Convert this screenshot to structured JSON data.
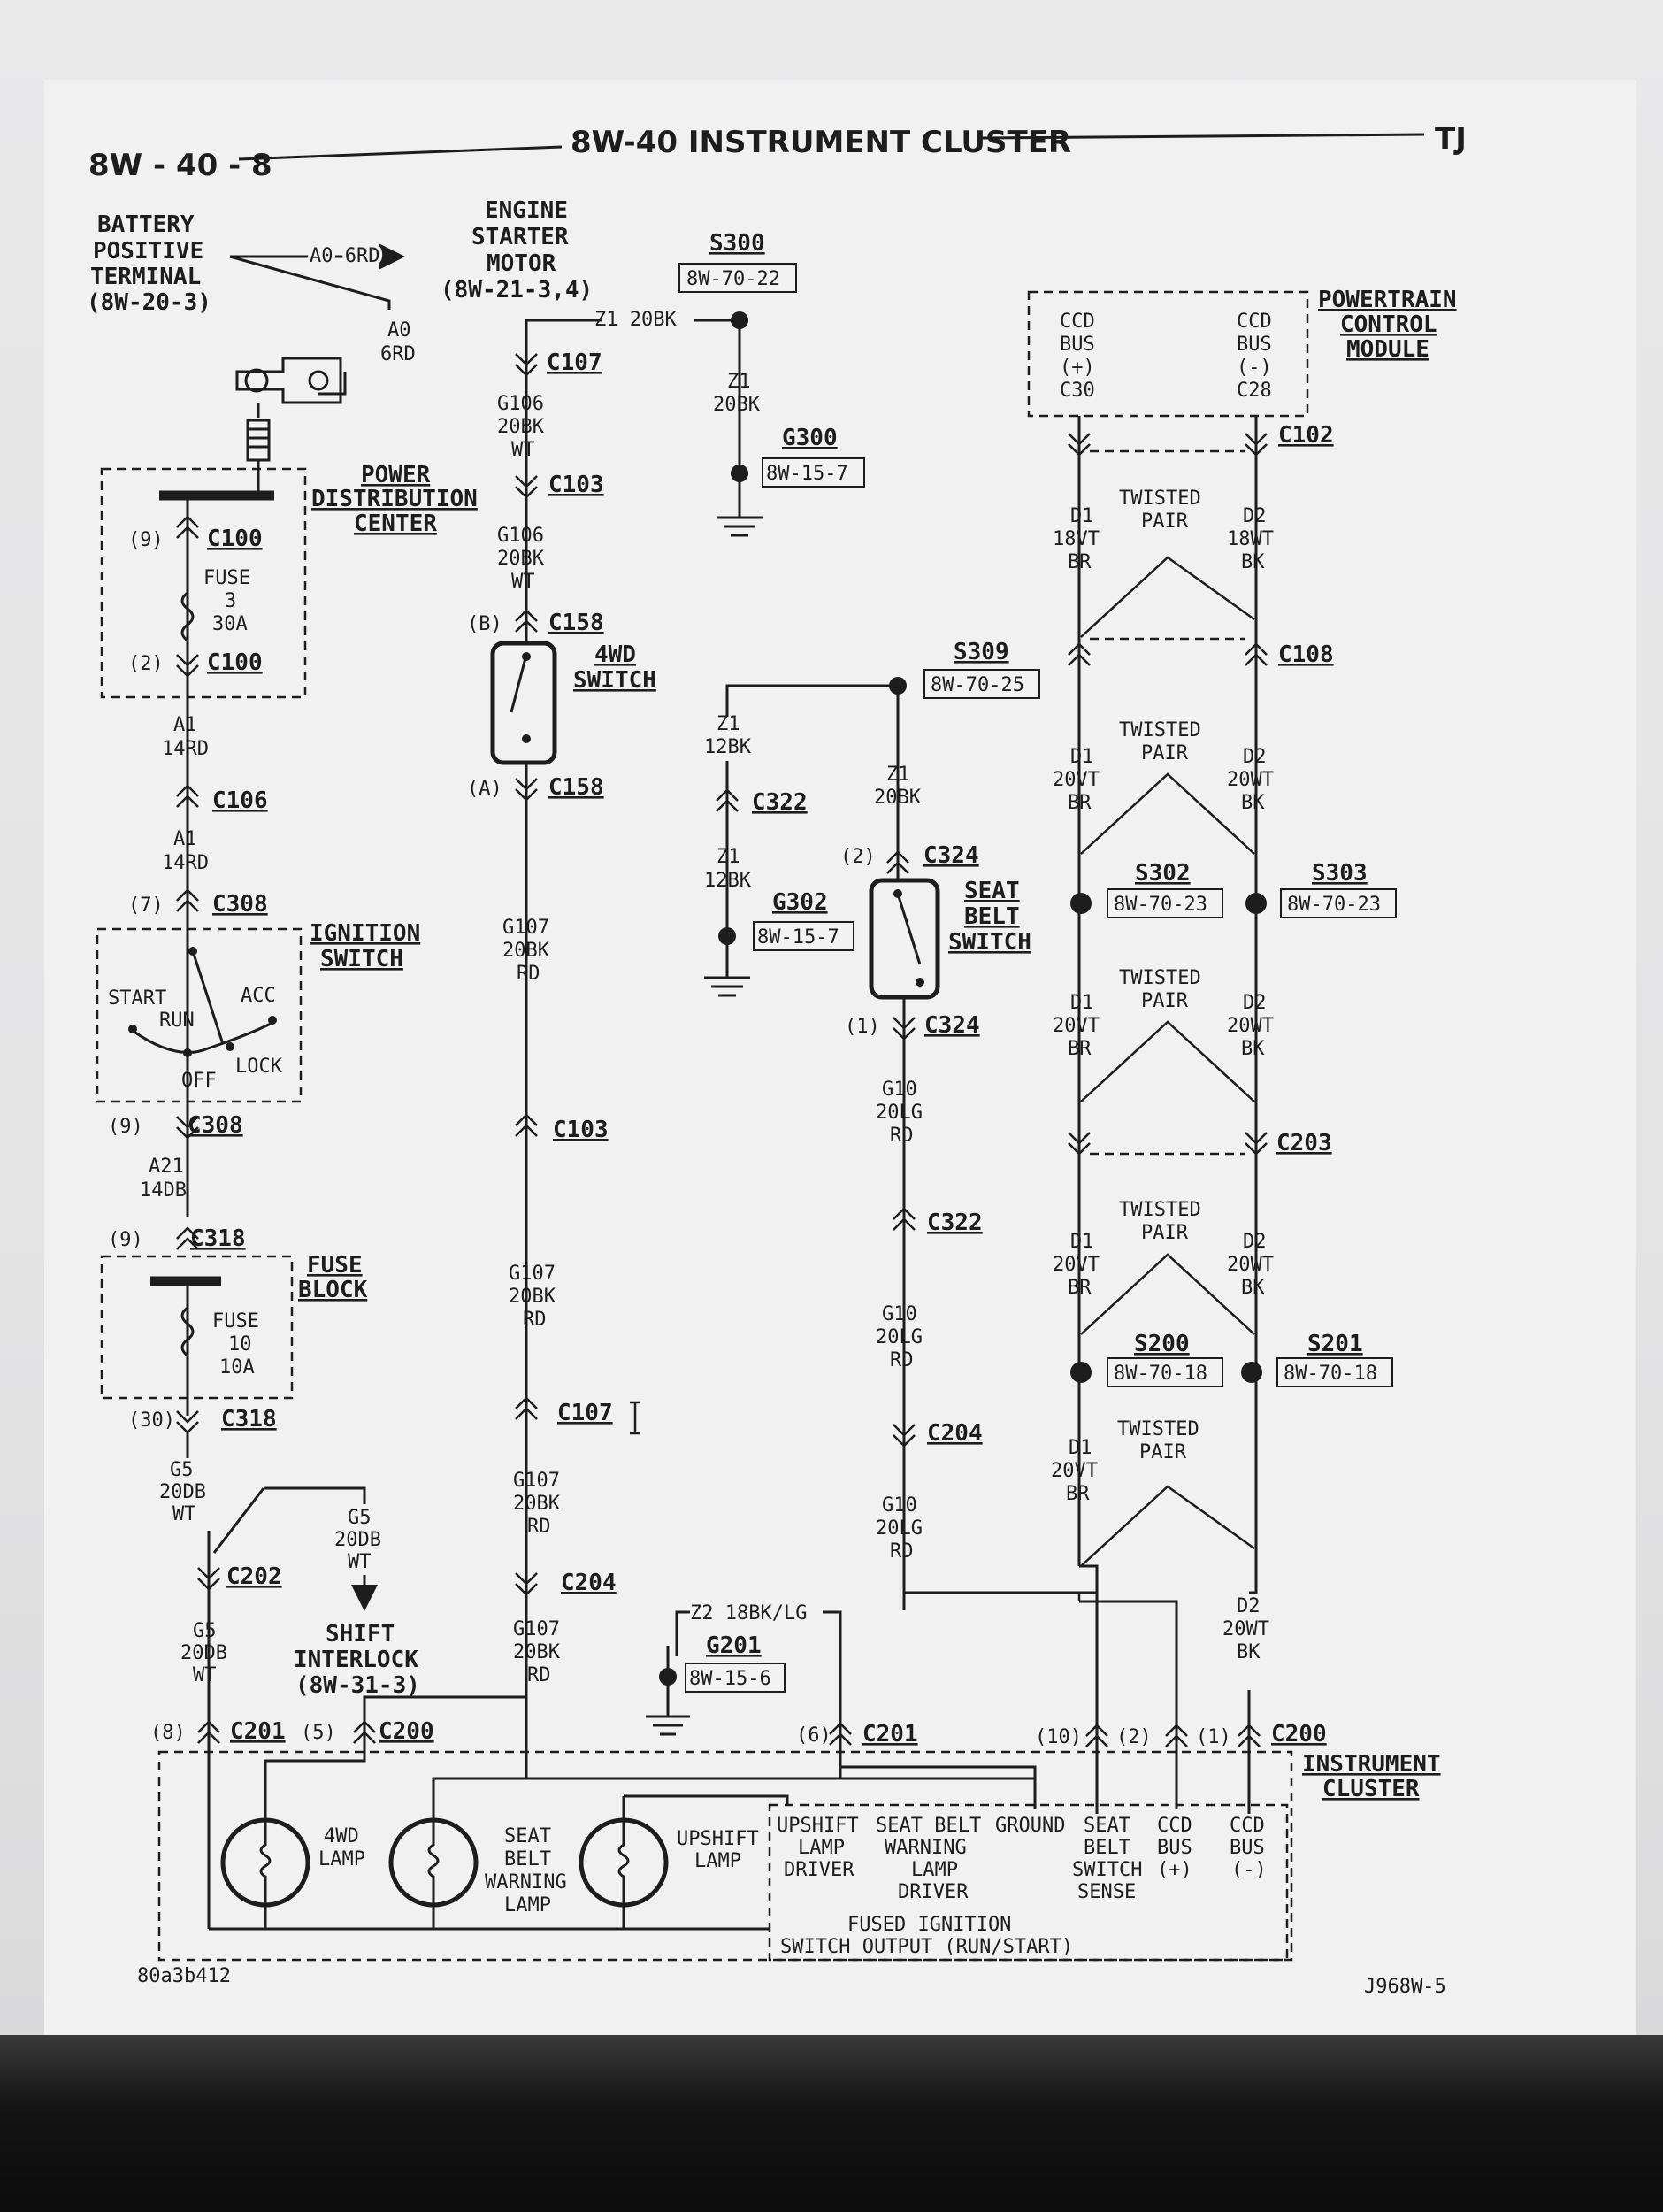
{
  "header": {
    "page_number": "8W - 40 - 8",
    "title": "8W-40 INSTRUMENT CLUSTER",
    "model": "TJ"
  },
  "footer": {
    "left_code": "80a3b412",
    "right_code": "J968W-5"
  },
  "components": {
    "battery": [
      "BATTERY",
      "POSITIVE",
      "TERMINAL",
      "(8W-20-3)"
    ],
    "starter": [
      "ENGINE",
      "STARTER",
      "MOTOR",
      "(8W-21-3,4)"
    ],
    "pdc": [
      "POWER",
      "DISTRIBUTION",
      "CENTER"
    ],
    "fuse3": [
      "FUSE",
      "3",
      "30A"
    ],
    "ignition_switch": [
      "IGNITION",
      "SWITCH"
    ],
    "ign_positions": {
      "start": "START",
      "run": "RUN",
      "acc": "ACC",
      "lock": "LOCK",
      "off": "OFF"
    },
    "fuse_block": [
      "FUSE",
      "BLOCK"
    ],
    "fuse10": [
      "FUSE",
      "10",
      "10A"
    ],
    "shift_interlock": [
      "SHIFT",
      "INTERLOCK",
      "(8W-31-3)"
    ],
    "fourwd_switch": [
      "4WD",
      "SWITCH"
    ],
    "seat_belt_switch": [
      "SEAT",
      "BELT",
      "SWITCH"
    ],
    "pcm": [
      "POWERTRAIN",
      "CONTROL",
      "MODULE"
    ],
    "pcm_pins": {
      "pos": [
        "CCD",
        "BUS",
        "(+)",
        "C30"
      ],
      "neg": [
        "CCD",
        "BUS",
        "(-)",
        "C28"
      ]
    },
    "instrument_cluster": [
      "INSTRUMENT",
      "CLUSTER"
    ],
    "twisted_pair": [
      "TWISTED",
      "PAIR"
    ]
  },
  "wires": {
    "a0_6rd": "A0 6RD",
    "a0": [
      "A0",
      "6RD"
    ],
    "z1_20bk": "Z1 20BK",
    "z1_v": [
      "Z1",
      "20BK"
    ],
    "z1_12bk": [
      "Z1",
      "12BK"
    ],
    "z1_20bk_b": [
      "Z1",
      "20BK"
    ],
    "z1_12bk_b": [
      "Z1",
      "12BK"
    ],
    "g106": [
      "G106",
      "20BK",
      "WT"
    ],
    "g106b": [
      "G106",
      "20BK",
      "WT"
    ],
    "a1": [
      "A1",
      "14RD"
    ],
    "a1b": [
      "A1",
      "14RD"
    ],
    "a21": [
      "A21",
      "14DB"
    ],
    "g107a": [
      "G107",
      "20BK",
      "RD"
    ],
    "g107b": [
      "G107",
      "20BK",
      "RD"
    ],
    "g107c": [
      "G107",
      "20BK",
      "RD"
    ],
    "g107d": [
      "G107",
      "20BK",
      "RD"
    ],
    "g10a": [
      "G10",
      "20LG",
      "RD"
    ],
    "g10b": [
      "G10",
      "20LG",
      "RD"
    ],
    "g10c": [
      "G10",
      "20LG",
      "RD"
    ],
    "g5a": [
      "G5",
      "20DB",
      "WT"
    ],
    "g5b": [
      "G5",
      "20DB",
      "WT"
    ],
    "g5c": [
      "G5",
      "20DB",
      "WT"
    ],
    "z2": "Z2 18BK/LG",
    "d1_18": [
      "D1",
      "18VT",
      "BR"
    ],
    "d2_18": [
      "D2",
      "18WT",
      "BK"
    ],
    "d1_20": [
      "D1",
      "20VT",
      "BR"
    ],
    "d2_20": [
      "D2",
      "20WT",
      "BK"
    ]
  },
  "connectors": {
    "c107": "C107",
    "c103": "C103",
    "c158": "C158",
    "c100": "C100",
    "c106": "C106",
    "c308": "C308",
    "c318": "C318",
    "c202": "C202",
    "c201": "C201",
    "c200": "C200",
    "c322": "C322",
    "c324": "C324",
    "c204": "C204",
    "c102": "C102",
    "c108": "C108",
    "c203": "C203"
  },
  "pins": {
    "p9": "(9)",
    "p2": "(2)",
    "p7": "(7)",
    "p30": "(30)",
    "p8": "(8)",
    "p5": "(5)",
    "pB": "(B)",
    "pA": "(A)",
    "p1": "(1)",
    "p6": "(6)",
    "p10": "(10)"
  },
  "splices": {
    "s300": {
      "id": "S300",
      "ref": "8W-70-22"
    },
    "s309": {
      "id": "S309",
      "ref": "8W-70-25"
    },
    "s302": {
      "id": "S302",
      "ref": "8W-70-23"
    },
    "s303": {
      "id": "S303",
      "ref": "8W-70-23"
    },
    "s200": {
      "id": "S200",
      "ref": "8W-70-18"
    },
    "s201": {
      "id": "S201",
      "ref": "8W-70-18"
    }
  },
  "grounds": {
    "g300": {
      "id": "G300",
      "ref": "8W-15-7"
    },
    "g302": {
      "id": "G302",
      "ref": "8W-15-7"
    },
    "g201": {
      "id": "G201",
      "ref": "8W-15-6"
    }
  },
  "cluster_internal": {
    "lamp_4wd": [
      "4WD",
      "LAMP"
    ],
    "lamp_seatbelt": [
      "SEAT",
      "BELT",
      "WARNING",
      "LAMP"
    ],
    "lamp_upshift": [
      "UPSHIFT",
      "LAMP"
    ],
    "drv_upshift": [
      "UPSHIFT",
      "LAMP",
      "DRIVER"
    ],
    "drv_seatbelt": [
      "SEAT BELT",
      "WARNING",
      "LAMP",
      "DRIVER"
    ],
    "ground": "GROUND",
    "sb_sense": [
      "SEAT",
      "BELT",
      "SWITCH",
      "SENSE"
    ],
    "ccd_pos": [
      "CCD",
      "BUS",
      "(+)"
    ],
    "ccd_neg": [
      "CCD",
      "BUS",
      "(-)"
    ],
    "fused_ign": [
      "FUSED IGNITION",
      "SWITCH OUTPUT (RUN/START)"
    ]
  }
}
